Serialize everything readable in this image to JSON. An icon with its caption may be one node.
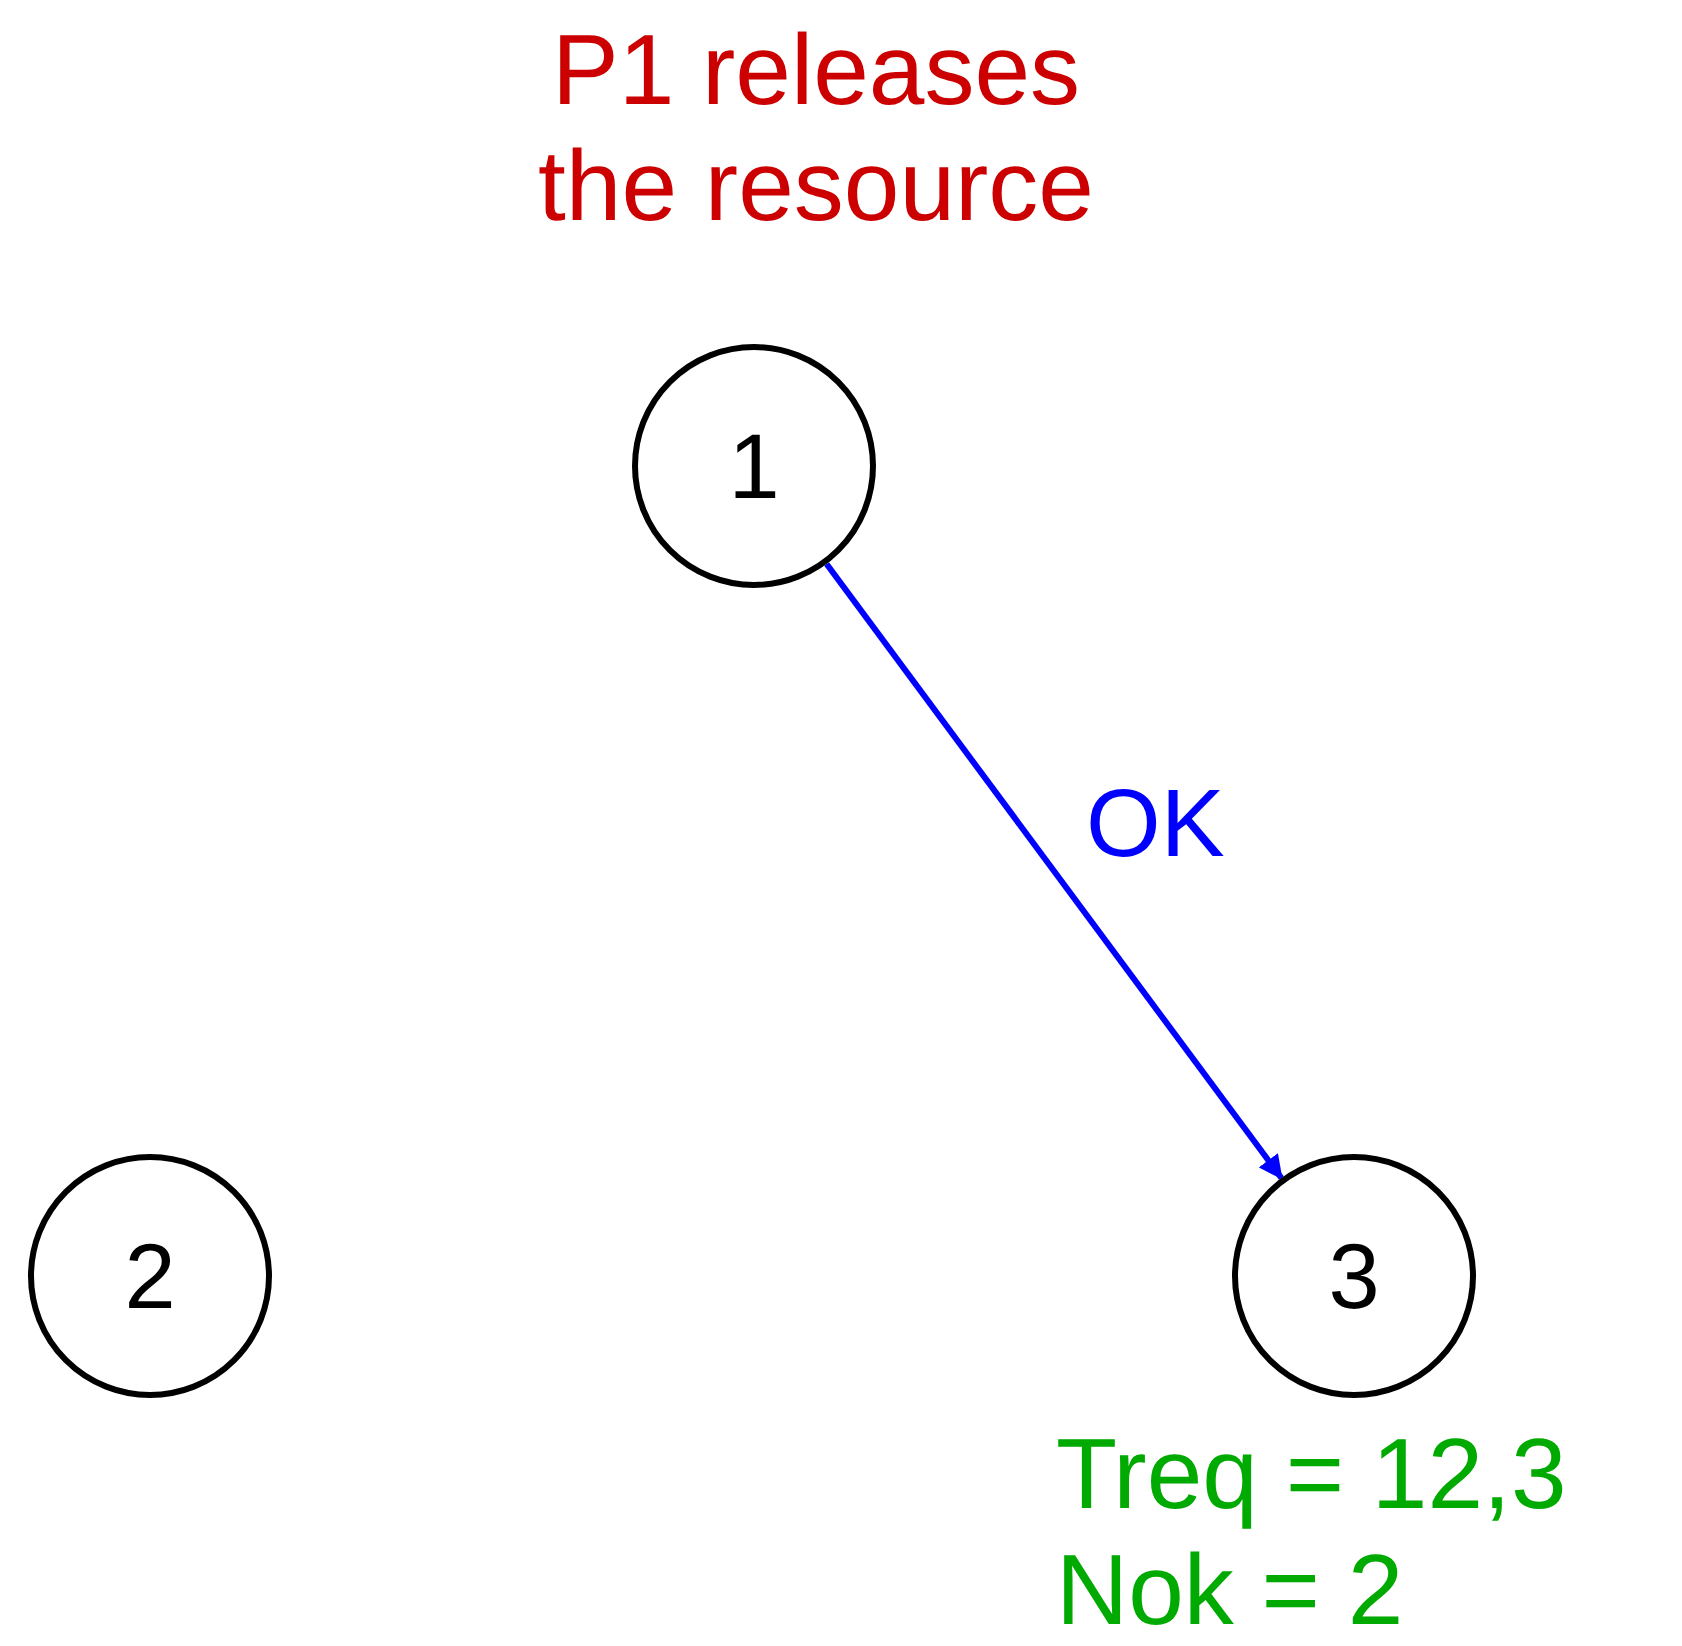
{
  "diagram": {
    "nodes": [
      {
        "text": [
          "1"
        ],
        "beside": [
          "P1 releases the resource"
        ]
      },
      {
        "text": [
          "2"
        ]
      },
      {
        "text": [
          "3"
        ],
        "beside": [
          "Treq = 12,3",
          "Nok = 2"
        ]
      }
    ],
    "edges": [
      {
        "from": 0,
        "to": 2,
        "arrow": "to",
        "label": "OK",
        "color": "#0000ff"
      }
    ]
  }
}
